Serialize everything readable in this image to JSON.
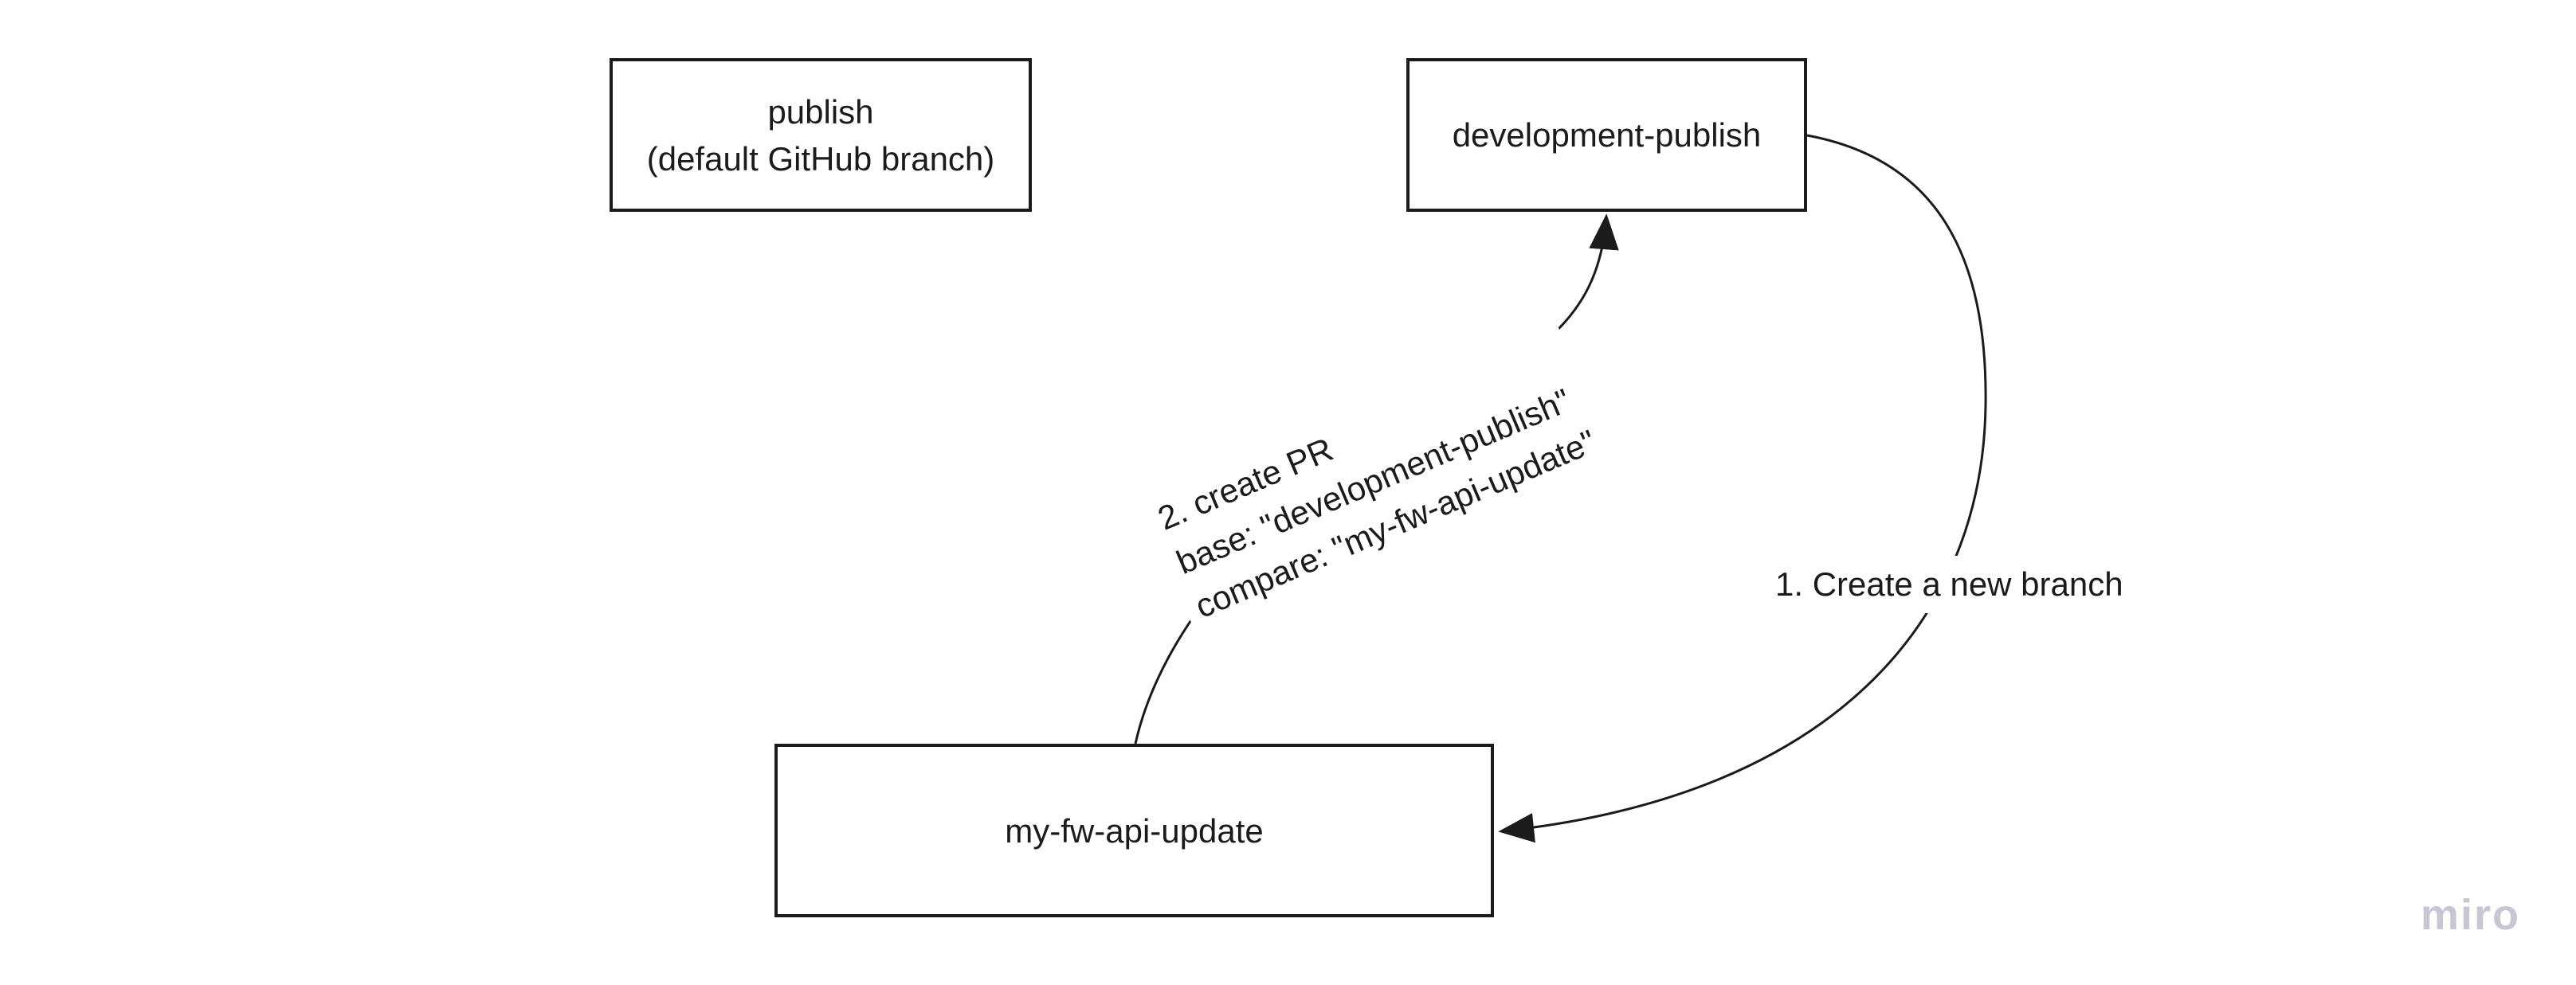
{
  "canvas": {
    "background": "#ffffff",
    "stroke_color": "#1b1b1b",
    "text_color": "#1b1b1b"
  },
  "nodes": [
    {
      "id": "publish",
      "label_lines": [
        "publish",
        "(default GitHub branch)"
      ]
    },
    {
      "id": "development-publish",
      "label": "development-publish"
    },
    {
      "id": "my-fw-api-update",
      "label": "my-fw-api-update"
    }
  ],
  "connectors": [
    {
      "id": "create-branch",
      "from": "development-publish",
      "to": "my-fw-api-update",
      "label": "1. Create a new branch"
    },
    {
      "id": "create-pr",
      "from": "my-fw-api-update",
      "to": "development-publish",
      "label_lines": [
        "2. create PR",
        "base: \"development-publish\"",
        "compare: \"my-fw-api-update\""
      ]
    }
  ],
  "watermark": {
    "text": "miro",
    "color": "#c7c6d3"
  }
}
